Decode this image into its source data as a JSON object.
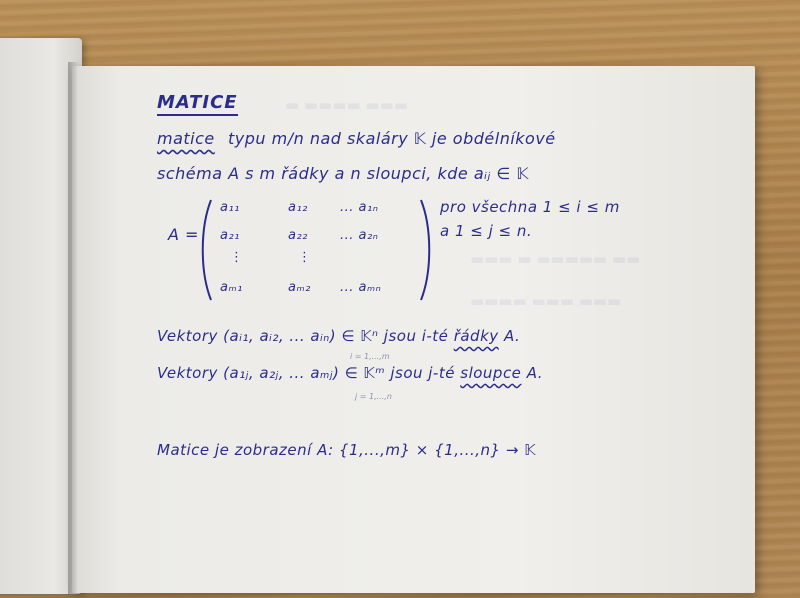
{
  "notes": {
    "title": "MATICE",
    "def_term": "matice",
    "def_line1": "typu m/n nad skaláry 𝕂 je obdélníkové",
    "def_line2": "schéma A s m řádky a n sloupci, kde aᵢⱼ ∈ 𝕂",
    "matrix_lhs": "A =",
    "rows": [
      [
        "a₁₁",
        "a₁₂",
        "... a₁ₙ"
      ],
      [
        "a₂₁",
        "a₂₂",
        "... a₂ₙ"
      ],
      [
        "⋮",
        "⋮",
        ""
      ],
      [
        "aₘ₁",
        "aₘ₂",
        "... aₘₙ"
      ]
    ],
    "cond1": "pro všechna 1 ≤ i ≤ m",
    "cond2": "a 1 ≤ j ≤ n.",
    "rowvec": {
      "prefix": "Vektory (aᵢ₁, aᵢ₂, ... aᵢₙ) ∈ 𝕂ⁿ jsou i-té",
      "term": "řádky",
      "suffix": "A.",
      "sub": "i = 1,...,m"
    },
    "colvec": {
      "prefix": "Vektory (a₁ⱼ, a₂ⱼ, ... aₘⱼ) ∈ 𝕂ᵐ jsou j-té",
      "term": "sloupce",
      "suffix": "A.",
      "sub": "j = 1,...,n"
    },
    "mapping": "Matice je zobrazení A: {1,...,m} × {1,...,n} → 𝕂"
  },
  "colors": {
    "ink": "#2b2d8c",
    "paper": "#efeeea",
    "desk": "#b08753"
  }
}
